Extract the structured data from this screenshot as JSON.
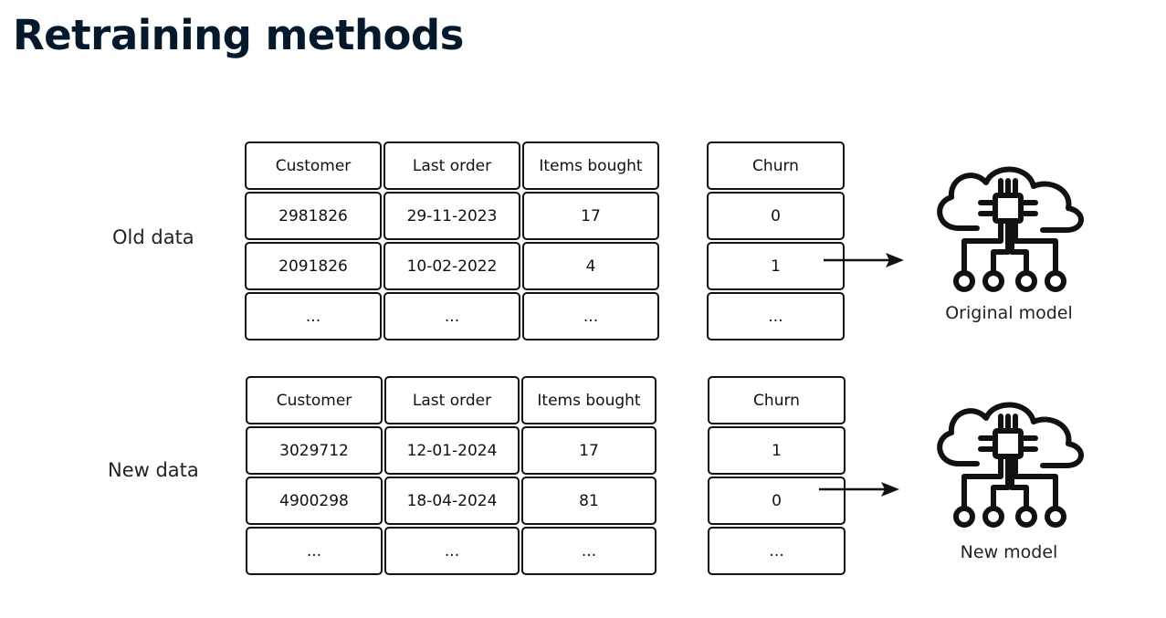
{
  "title": "Retraining methods",
  "headers": {
    "customer": "Customer",
    "last_order": "Last order",
    "items_bought": "Items bought",
    "churn": "Churn"
  },
  "old": {
    "label": "Old data",
    "rows": [
      {
        "customer": "2981826",
        "last_order": "29-11-2023",
        "items_bought": "17",
        "churn": "0"
      },
      {
        "customer": "2091826",
        "last_order": "10-02-2022",
        "items_bought": "4",
        "churn": "1"
      },
      {
        "customer": "...",
        "last_order": "...",
        "items_bought": "...",
        "churn": "..."
      }
    ],
    "model_label": "Original model"
  },
  "new": {
    "label": "New data",
    "rows": [
      {
        "customer": "3029712",
        "last_order": "12-01-2024",
        "items_bought": "17",
        "churn": "1"
      },
      {
        "customer": "4900298",
        "last_order": "18-04-2024",
        "items_bought": "81",
        "churn": "0"
      },
      {
        "customer": "...",
        "last_order": "...",
        "items_bought": "...",
        "churn": "..."
      }
    ],
    "model_label": "New model"
  },
  "icons": {
    "model": "cloud-chip-icon",
    "arrow": "arrow-right-icon"
  }
}
